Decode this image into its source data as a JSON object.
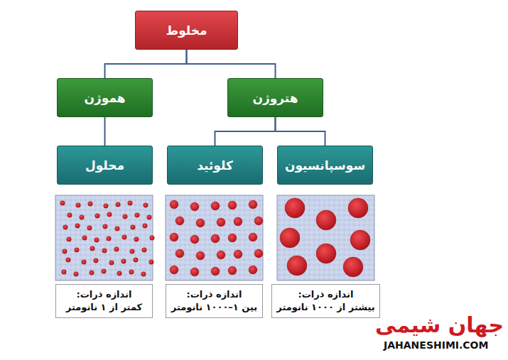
{
  "diagram": {
    "nodes": [
      {
        "text": [
          "مخلوط"
        ]
      },
      {
        "text": [
          "هموژن"
        ]
      },
      {
        "text": [
          "هتروژن"
        ]
      },
      {
        "text": [
          "محلول"
        ]
      },
      {
        "text": [
          "کلوئید"
        ]
      },
      {
        "text": [
          "سوسپانسیون"
        ]
      },
      {
        "text": [
          "اندازه ذرات:",
          "کمتر از ۱ نانومتر"
        ]
      },
      {
        "text": [
          "اندازه ذرات:",
          "بین ۱–۱۰۰۰ نانومتر"
        ]
      },
      {
        "text": [
          "اندازه ذرات:",
          "بیشتر از ۱۰۰۰ نانومتر"
        ]
      }
    ],
    "edges": [
      {
        "from": 0,
        "to": 1,
        "arrow": "none"
      },
      {
        "from": 0,
        "to": 2,
        "arrow": "none"
      },
      {
        "from": 1,
        "to": 3,
        "arrow": "none"
      },
      {
        "from": 2,
        "to": 4,
        "arrow": "none"
      },
      {
        "from": 2,
        "to": 5,
        "arrow": "none"
      }
    ],
    "labels": [
      "جهان شیمی",
      "JAHANESHIMI.COM"
    ]
  }
}
